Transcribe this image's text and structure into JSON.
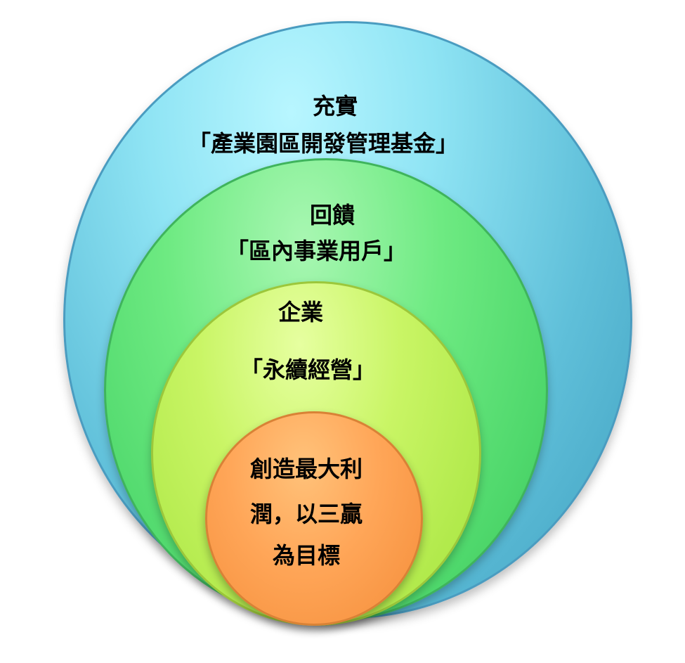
{
  "outer_ring": {
    "line1": "充實",
    "line2": "「產業園區開發管理基金」"
  },
  "ring2": {
    "line1": "回饋",
    "line2": "「區內事業用戶」"
  },
  "ring3": {
    "line1": "企業",
    "line2": "「永續經營」"
  },
  "inner_ring": {
    "line1": "創造最大利",
    "line2": "潤，以三贏",
    "line3": "為目標"
  },
  "colors": {
    "outer_fill": "#8fe4f4",
    "ring2_fill": "#6eea82",
    "ring3_fill": "#c9f565",
    "inner_fill": "#ffa658"
  }
}
